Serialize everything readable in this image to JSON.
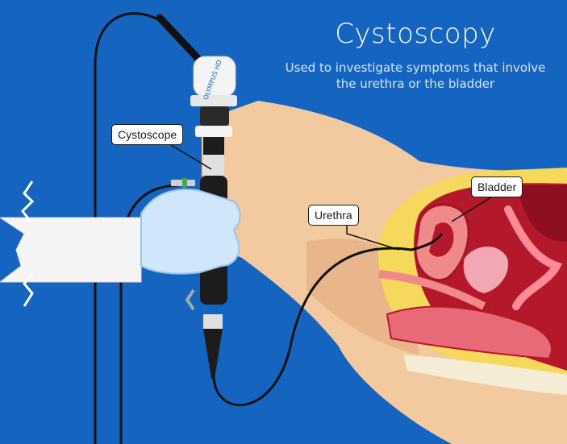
{
  "title": "Cystoscopy",
  "subtitle": {
    "line1": "Used to investigate symptoms that involve",
    "line2": "the urethra or the bladder"
  },
  "labels": {
    "cystoscope": "Cystoscope",
    "urethra": "Urethra",
    "bladder": "Bladder"
  },
  "device_text": "OLYMPUS HD",
  "colors": {
    "background": "#1565c0",
    "skin": "#f3c9a0",
    "bladder_red": "#b3192b",
    "fat_yellow": "#f5d85c",
    "glove": "#cfe6fb",
    "sleeve": "#f4f4f4",
    "instrument": "#1c1c1c"
  }
}
